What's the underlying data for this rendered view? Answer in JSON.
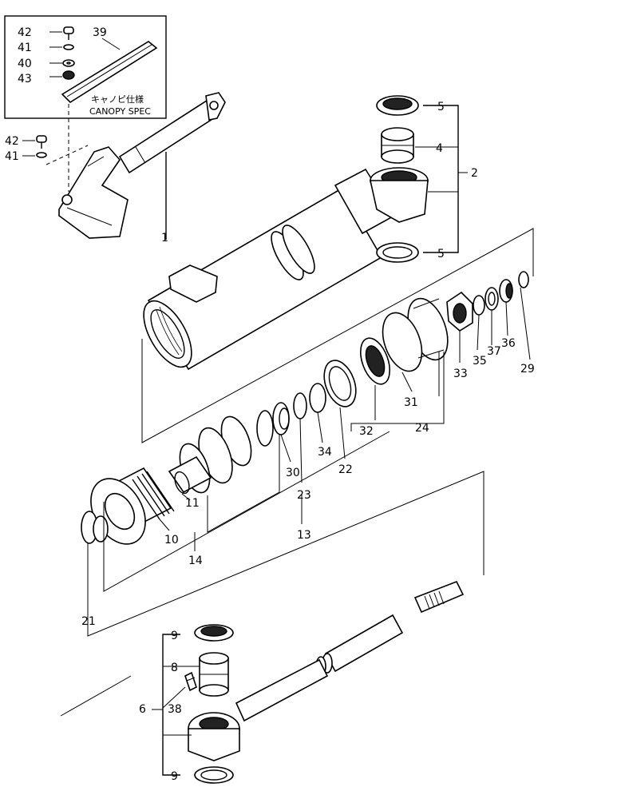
{
  "inset": {
    "note_jp": "キャノピ仕様",
    "note_en": "CANOPY SPEC"
  },
  "labels": {
    "p42a": "42",
    "p41a": "41",
    "p40": "40",
    "p43": "43",
    "p39": "39",
    "p42b": "42",
    "p41b": "41",
    "p1": "1",
    "p5a": "5",
    "p4": "4",
    "p2": "2",
    "p5b": "5",
    "p33": "33",
    "p35": "35",
    "p37": "37",
    "p36": "36",
    "p29": "29",
    "p31": "31",
    "p32": "32",
    "p24": "24",
    "p34": "34",
    "p22": "22",
    "p30": "30",
    "p23": "23",
    "p13": "13",
    "p11": "11",
    "p10": "10",
    "p14": "14",
    "p21": "21",
    "p9a": "9",
    "p8": "8",
    "p38": "38",
    "p6": "6",
    "p9b": "9"
  }
}
